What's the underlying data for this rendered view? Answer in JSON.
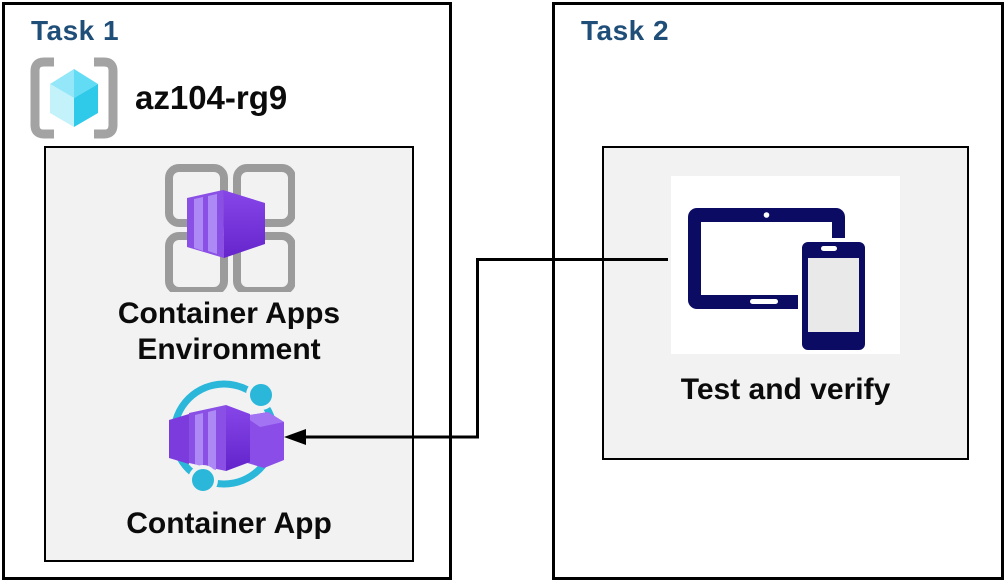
{
  "task1": {
    "title": "Task 1",
    "resource_group": "az104-rg9",
    "environment_label": "Container Apps Environment",
    "app_label": "Container App"
  },
  "task2": {
    "title": "Task 2",
    "verify_label": "Test and verify"
  },
  "colors": {
    "task_title_blue": "#1F4E79",
    "panel_background": "#F2F2F2",
    "box_border": "#000000",
    "device_navy": "#0B0B64",
    "container_purple": "#7B3FE4",
    "container_purple_light": "#AD89F5",
    "accent_cyan": "#2AB7DA",
    "frame_gray": "#9B9B9B",
    "rg_cube_cyan": "#2FC9E9",
    "bracket_gray": "#A3A3A3"
  },
  "icons": {
    "resource_group": "resource-group-icon (gray brackets around cyan cube)",
    "environment": "container-apps-environment-icon (gray 2x2 grid with purple container)",
    "container_app": "container-app-icon (purple container with cyan orbit and dots)",
    "devices": "devices-icon (navy tablet and phone)",
    "connector": "arrow-connector (elbow line with left arrowhead)"
  }
}
